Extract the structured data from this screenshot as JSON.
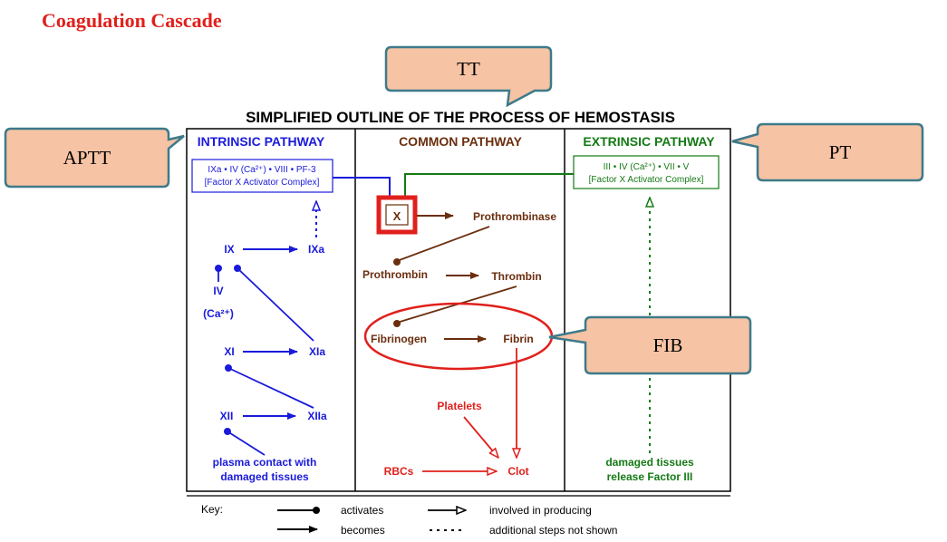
{
  "page": {
    "title": "Coagulation Cascade"
  },
  "callouts": {
    "tt": "TT",
    "aptt": "APTT",
    "pt": "PT",
    "fib": "FIB"
  },
  "diagram": {
    "main_title": "SIMPLIFIED OUTLINE OF THE PROCESS OF HEMOSTASIS",
    "intrinsic": {
      "header": "INTRINSIC PATHWAY",
      "complex_line1": "IXa • IV (Ca²⁺) • VIII • PF-3",
      "complex_line2": "[Factor X Activator Complex]",
      "ix": "IX",
      "ixa": "IXa",
      "iv": "IV",
      "ca": "(Ca²⁺)",
      "xi": "XI",
      "xia": "XIa",
      "xii": "XII",
      "xiia": "XIIa",
      "contact1": "plasma contact with",
      "contact2": "damaged tissues"
    },
    "common": {
      "header": "COMMON PATHWAY",
      "x": "X",
      "prothrombinase": "Prothrombinase",
      "prothrombin": "Prothrombin",
      "thrombin": "Thrombin",
      "fibrinogen": "Fibrinogen",
      "fibrin": "Fibrin",
      "platelets": "Platelets",
      "rbcs": "RBCs",
      "clot": "Clot"
    },
    "extrinsic": {
      "header": "EXTRINSIC PATHWAY",
      "complex_line1": "III • IV (Ca²⁺) • VII • V",
      "complex_line2": "[Factor X Activator Complex]",
      "damaged1": "damaged tissues",
      "damaged2": "release Factor III"
    },
    "key": {
      "label": "Key:",
      "activates": "activates",
      "becomes": "becomes",
      "involved": "involved in producing",
      "additional": "additional steps not shown"
    },
    "colors": {
      "intrinsic": "#1a1adb",
      "common": "#6b2e0e",
      "extrinsic": "#157a15",
      "red": "#e0201c",
      "callout_fill": "#f6c3a4",
      "callout_border": "#3d7a8a"
    }
  }
}
